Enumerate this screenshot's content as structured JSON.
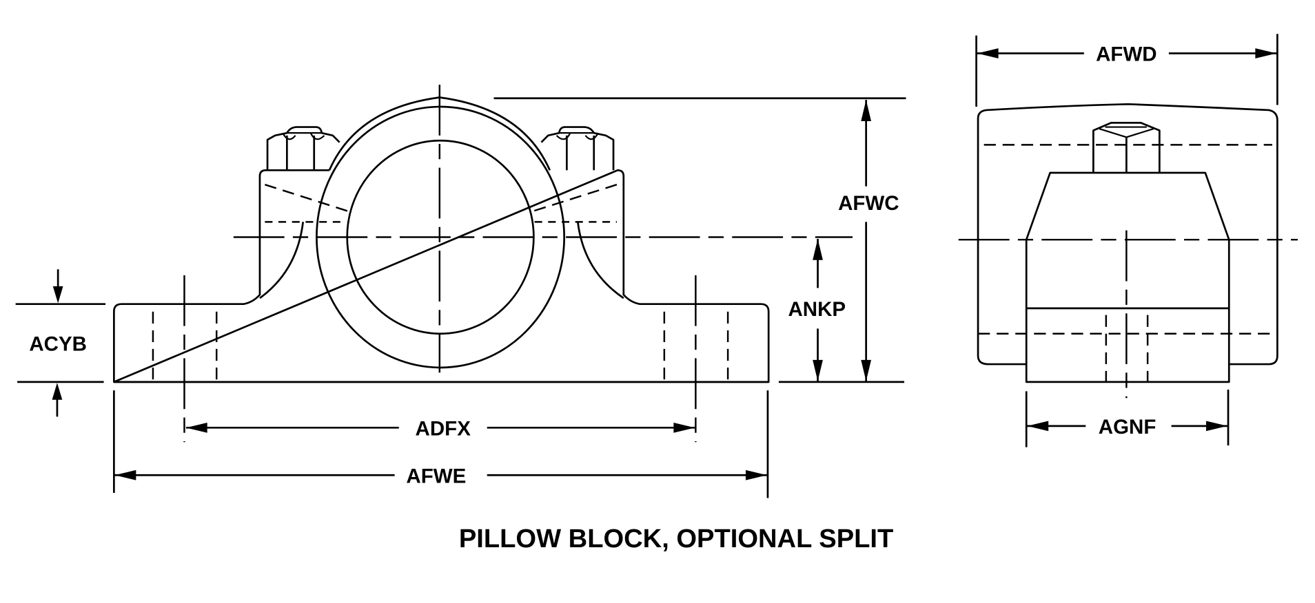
{
  "title": "PILLOW BLOCK, OPTIONAL SPLIT",
  "dimensions": {
    "acyb": "ACYB",
    "adfx": "ADFX",
    "afwe": "AFWE",
    "afwc": "AFWC",
    "ankp": "ANKP",
    "afwd": "AFWD",
    "agnf": "AGNF"
  },
  "colors": {
    "line": "#000000",
    "background": "#ffffff"
  }
}
